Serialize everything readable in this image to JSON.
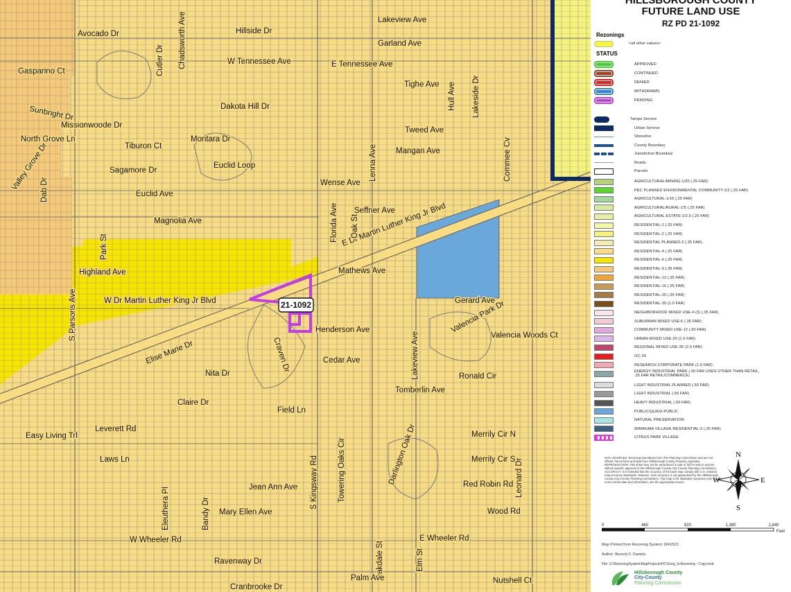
{
  "title": {
    "line1": "HILLSBOROUGH COUNTY",
    "line2": "FUTURE LAND USE",
    "line3": "RZ PD 21-1092"
  },
  "rezoning_label": "21-1092",
  "legend": {
    "rezonings_heading": "Rezonings",
    "all_other": {
      "label": "<all other values>",
      "color": "#f5f53a"
    },
    "status_heading": "STATUS",
    "status": [
      {
        "label": "APPROVED",
        "color": "#3fcf2f"
      },
      {
        "label": "CONTINUED",
        "color": "#9e3b1c"
      },
      {
        "label": "DENIED",
        "color": "#e61b1b"
      },
      {
        "label": "WITHDRAWN",
        "color": "#2f7fe0"
      },
      {
        "label": "PENDING",
        "color": "#c23ee3"
      }
    ],
    "lines": [
      {
        "label": "Tampa Service",
        "color": "#0d2a66",
        "kind": "blob"
      },
      {
        "label": "Urban Service",
        "color": "#0d2a66",
        "kind": "thick"
      },
      {
        "label": "Shoreline",
        "color": "#6b8fb4",
        "kind": "thin"
      },
      {
        "label": "County Boundary",
        "color": "#1f4f8f",
        "kind": "medium"
      },
      {
        "label": "Jurisdiction Boundary",
        "color": "#1f4f8f",
        "kind": "dashed"
      },
      {
        "label": "Roads",
        "color": "#9a9a9a",
        "kind": "thin"
      },
      {
        "label": "Parcels",
        "color": "#ffffff",
        "kind": "box"
      }
    ],
    "classes": [
      {
        "label": "AGRICULTURAL/MINING-1/20 (.25 FAR)",
        "color": "#b8d27a"
      },
      {
        "label": "PEC PLANNED ENVIRONMENTAL COMMUNITY-1/2 (.25 FAR)",
        "color": "#5ad62d"
      },
      {
        "label": "AGRICULTURAL-1/10 (.25 FAR)",
        "color": "#9fd89a"
      },
      {
        "label": "AGRICULTURAL/RURAL-1/5 (.25 FAR)",
        "color": "#d6ec9c"
      },
      {
        "label": "AGRICULTURAL ESTATE-1/2.5 (.25 FAR)",
        "color": "#e6f0a6"
      },
      {
        "label": "RESIDENTIAL-1 (.25 FAR)",
        "color": "#f3f7a8"
      },
      {
        "label": "RESIDENTIAL-2 (.25 FAR)",
        "color": "#f6f37c"
      },
      {
        "label": "RESIDENTIAL PLANNED-2 (.35 FAR)",
        "color": "#f6ebb0"
      },
      {
        "label": "RESIDENTIAL-4 (.25 FAR)",
        "color": "#f7dc84"
      },
      {
        "label": "RESIDENTIAL-6 (.25 FAR)",
        "color": "#f7e400"
      },
      {
        "label": "RESIDENTIAL-9 (.35 FAR)",
        "color": "#f6c978"
      },
      {
        "label": "RESIDENTIAL-12 (.35 FAR)",
        "color": "#f0a53a"
      },
      {
        "label": "RESIDENTIAL-16 (.35 FAR)",
        "color": "#c89a5a"
      },
      {
        "label": "RESIDENTIAL-20 (.35 FAR)",
        "color": "#a57a46"
      },
      {
        "label": "RESIDENTIAL-35 (1.0 FAR)",
        "color": "#7a4f1c"
      },
      {
        "label": "NEIGHBORHOOD MIXED USE-4 (3) (.35 FAR)",
        "color": "#f8e6ec"
      },
      {
        "label": "SUBURBAN MIXED USE-6 (.35 FAR)",
        "color": "#f7c9d4"
      },
      {
        "label": "COMMUNITY MIXED USE-12 (.50 FAR)",
        "color": "#e4a9df"
      },
      {
        "label": "URBAN MIXED USE-20 (1.0 FAR)",
        "color": "#dcb6e8"
      },
      {
        "label": "REGIONAL MIXED USE-35 (2.0 FAR)",
        "color": "#c0456b"
      },
      {
        "label": "OC-20",
        "color": "#ea1b1b"
      },
      {
        "label": "RESEARCH CORPORATE PARK (1.0 FAR)",
        "color": "#f3a9b4"
      },
      {
        "label": "ENERGY INDUSTRIAL PARK (.50 FAR USES OTHER THAN RETAIL, .25 FAR RETAIL/COMMERCE)",
        "color": "#8aa6a6"
      },
      {
        "label": "LIGHT INDUSTRIAL PLANNED (.50 FAR)",
        "color": "#dcdcdc"
      },
      {
        "label": "LIGHT INDUSTRIAL (.50 FAR)",
        "color": "#9a9a9a"
      },
      {
        "label": "HEAVY INDUSTRIAL (.50 FAR)",
        "color": "#555555"
      },
      {
        "label": "PUBLIC/QUASI-PUBLIC",
        "color": "#6aa8dc"
      },
      {
        "label": "NATURAL PRESERVATION",
        "color": "#a8e6e6"
      },
      {
        "label": "WIMAUMA VILLAGE RESIDENTIAL-2 (.25 FAR)",
        "color": "#3f5f7f"
      },
      {
        "label": "CITRUS PARK VILLAGE",
        "color": "#e03ad8",
        "kind": "pattern"
      }
    ]
  },
  "notes": "DATA SOURCES: Rezoning boundaries from The Planning Commission and are not official. Parcel lines and data from Hillsborough County Property Appraiser. REPRODUCTION: This sheet may not be reproduced in part or full for sale to anyone without specific approval of the Hillsborough County City-County Planning Commission. ACCURACY: It is intended that the accuracy of the base map comply with U.S. national map accuracy standards. However, such accuracy is not guaranteed by the Hillsborough County City-County Planning Commission. This map is for illustrative purposes only. For the most current data and information, see the appropriate source.",
  "compass": {
    "n": "N",
    "e": "E",
    "s": "S",
    "w": "W"
  },
  "scale": {
    "ticks": [
      "0",
      "460",
      "920",
      "1,380",
      "1,840"
    ],
    "unit": "Feet"
  },
  "printed": "Map Printed from Rezoning System: 8/4/2021",
  "author": "Author: Beverly F. Daniels",
  "file": "File: G:\\RezoningSystem\\MapProjects\\HC\\Greg_hcRezoning - Copy.mxd",
  "logo": {
    "line1": "Hillsborough County",
    "line2": "City-County",
    "line3": "Planning Commission"
  },
  "colors": {
    "res4": "#f7dc84",
    "res6": "#f7e400",
    "res9": "#f6c978",
    "res2": "#f6f37c",
    "public": "#6aa8dc",
    "urban_service": "#0d2a66",
    "pending": "#c23ee3",
    "parcel_line": "#8a8a8a"
  },
  "streets": [
    "Avocado Dr",
    "Cutler Dr",
    "Chadsworth Ave",
    "Hillside Dr",
    "Lakeview Ave",
    "Garland Ave",
    "Gasparino Ct",
    "W Tennessee Ave",
    "E Tennessee Ave",
    "Tighe Ave",
    "Hull Ave",
    "Lakeside Dr",
    "Sunbright Dr",
    "Dakota Hill Dr",
    "Missionwoode Dr",
    "Tweed Ave",
    "North Grove Ln",
    "Tiburon Ct",
    "Montara Dr",
    "Mangan Ave",
    "Commee Cv",
    "Valley Grove Dr",
    "Sagamore Dr",
    "Euclid Loop",
    "Dab Dr",
    "Euclid Ave",
    "Wense Ave",
    "Lenna Ave",
    "E Dr Martin Luther King Jr Blvd",
    "Seffner Ave",
    "Magnolia Ave",
    "Florida Ave",
    "Oak St",
    "Park St",
    "Highland Ave",
    "Mathews Ave",
    "W Dr Martin Luther King Jr Blvd",
    "Gerard Ave",
    "S Parsons Ave",
    "Henderson Ave",
    "Valencia Park Dr",
    "Valencia Woods Ct",
    "Elise Marie Dr",
    "Craven Dr",
    "Cedar Ave",
    "Lakeview Ave",
    "Nita Dr",
    "Ronald Cir",
    "Tomberlin Ave",
    "Claire Dr",
    "Field Ln",
    "Easy Living Trl",
    "Leverett Rd",
    "Merrily Cir N",
    "Darlington Oak Dr",
    "Merrily Cir S",
    "Laws Ln",
    "Jean Ann Ave",
    "Red Robin Rd",
    "Leonard Dr",
    "Eleuthera Pl",
    "Bandy Dr",
    "Mary Ellen Ave",
    "S Kingsway Rd",
    "Towering Oaks Cir",
    "Wood Rd",
    "W Wheeler Rd",
    "E Wheeler Rd",
    "Ravenway Dr",
    "Oakdale St",
    "Elm St",
    "Palm Ave",
    "Nutshell Ct",
    "Cranbrooke Dr"
  ]
}
